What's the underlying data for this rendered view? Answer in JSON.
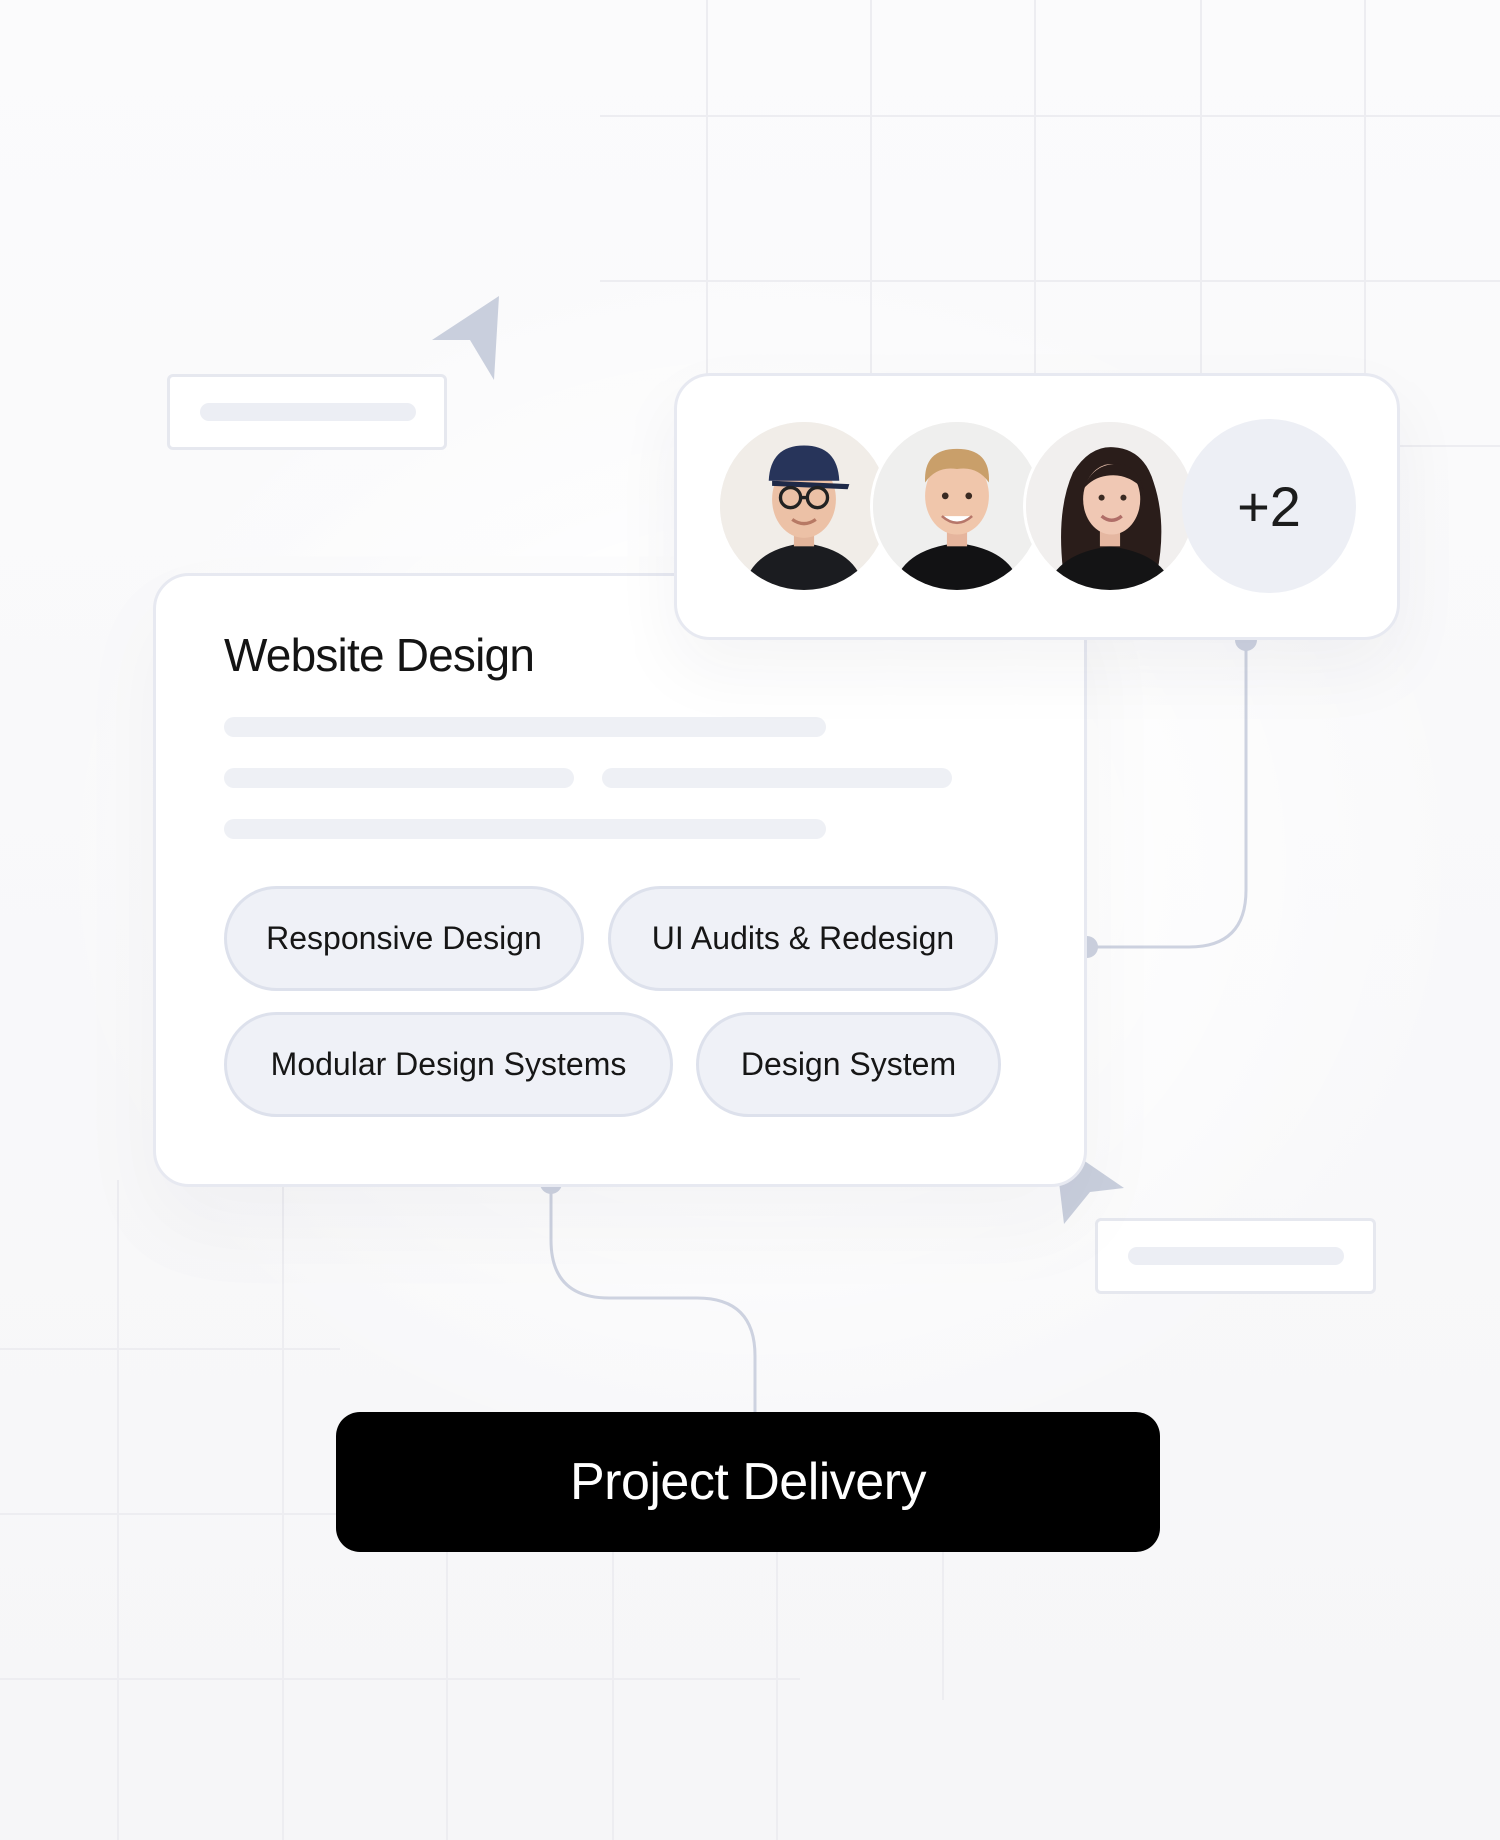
{
  "project": {
    "title": "Website Design",
    "tags": [
      {
        "label": "Responsive Design"
      },
      {
        "label": "UI Audits & Redesign"
      },
      {
        "label": "Modular Design Systems"
      },
      {
        "label": "Design System"
      }
    ]
  },
  "team": {
    "members": [
      {
        "icon": "avatar-man-cap-glasses"
      },
      {
        "icon": "avatar-man-blond"
      },
      {
        "icon": "avatar-woman-dark-hair"
      }
    ],
    "more_count": "+2"
  },
  "action": {
    "label": "Project Delivery"
  },
  "colors": {
    "accent": "#000000",
    "pill_bg": "#eff1f7",
    "pill_border": "#dde1ec",
    "connector": "#cdd2e0",
    "cursor": "#c9cfdd"
  }
}
